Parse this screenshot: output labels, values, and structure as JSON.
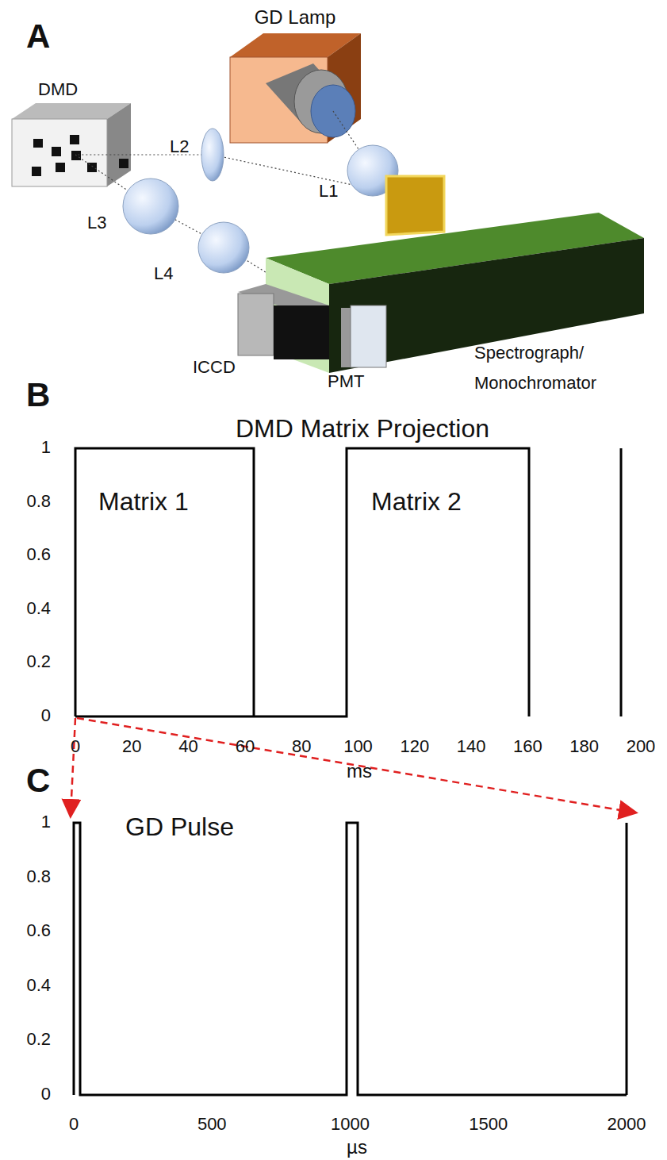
{
  "diagram": {
    "labels": [
      "A",
      "GD Lamp",
      "DMD",
      "L2",
      "L1",
      "L3",
      "L4",
      "ICCD",
      "PMT",
      "Spectrograph/ Monochromator",
      "B",
      "DMD Matrix Projection",
      "1",
      "0.8",
      "0.6",
      "0.4",
      "0.2",
      "0",
      "Matrix 1",
      "Matrix 2",
      "0",
      "20",
      "40",
      "60",
      "80",
      "100",
      "120",
      "140",
      "160",
      "180",
      "200",
      "ms",
      "C",
      "GD Pulse",
      "1",
      "0.8",
      "0.6",
      "0.4",
      "0.2",
      "0",
      "0",
      "500",
      "1000",
      "1500",
      "2000",
      "µs"
    ]
  }
}
